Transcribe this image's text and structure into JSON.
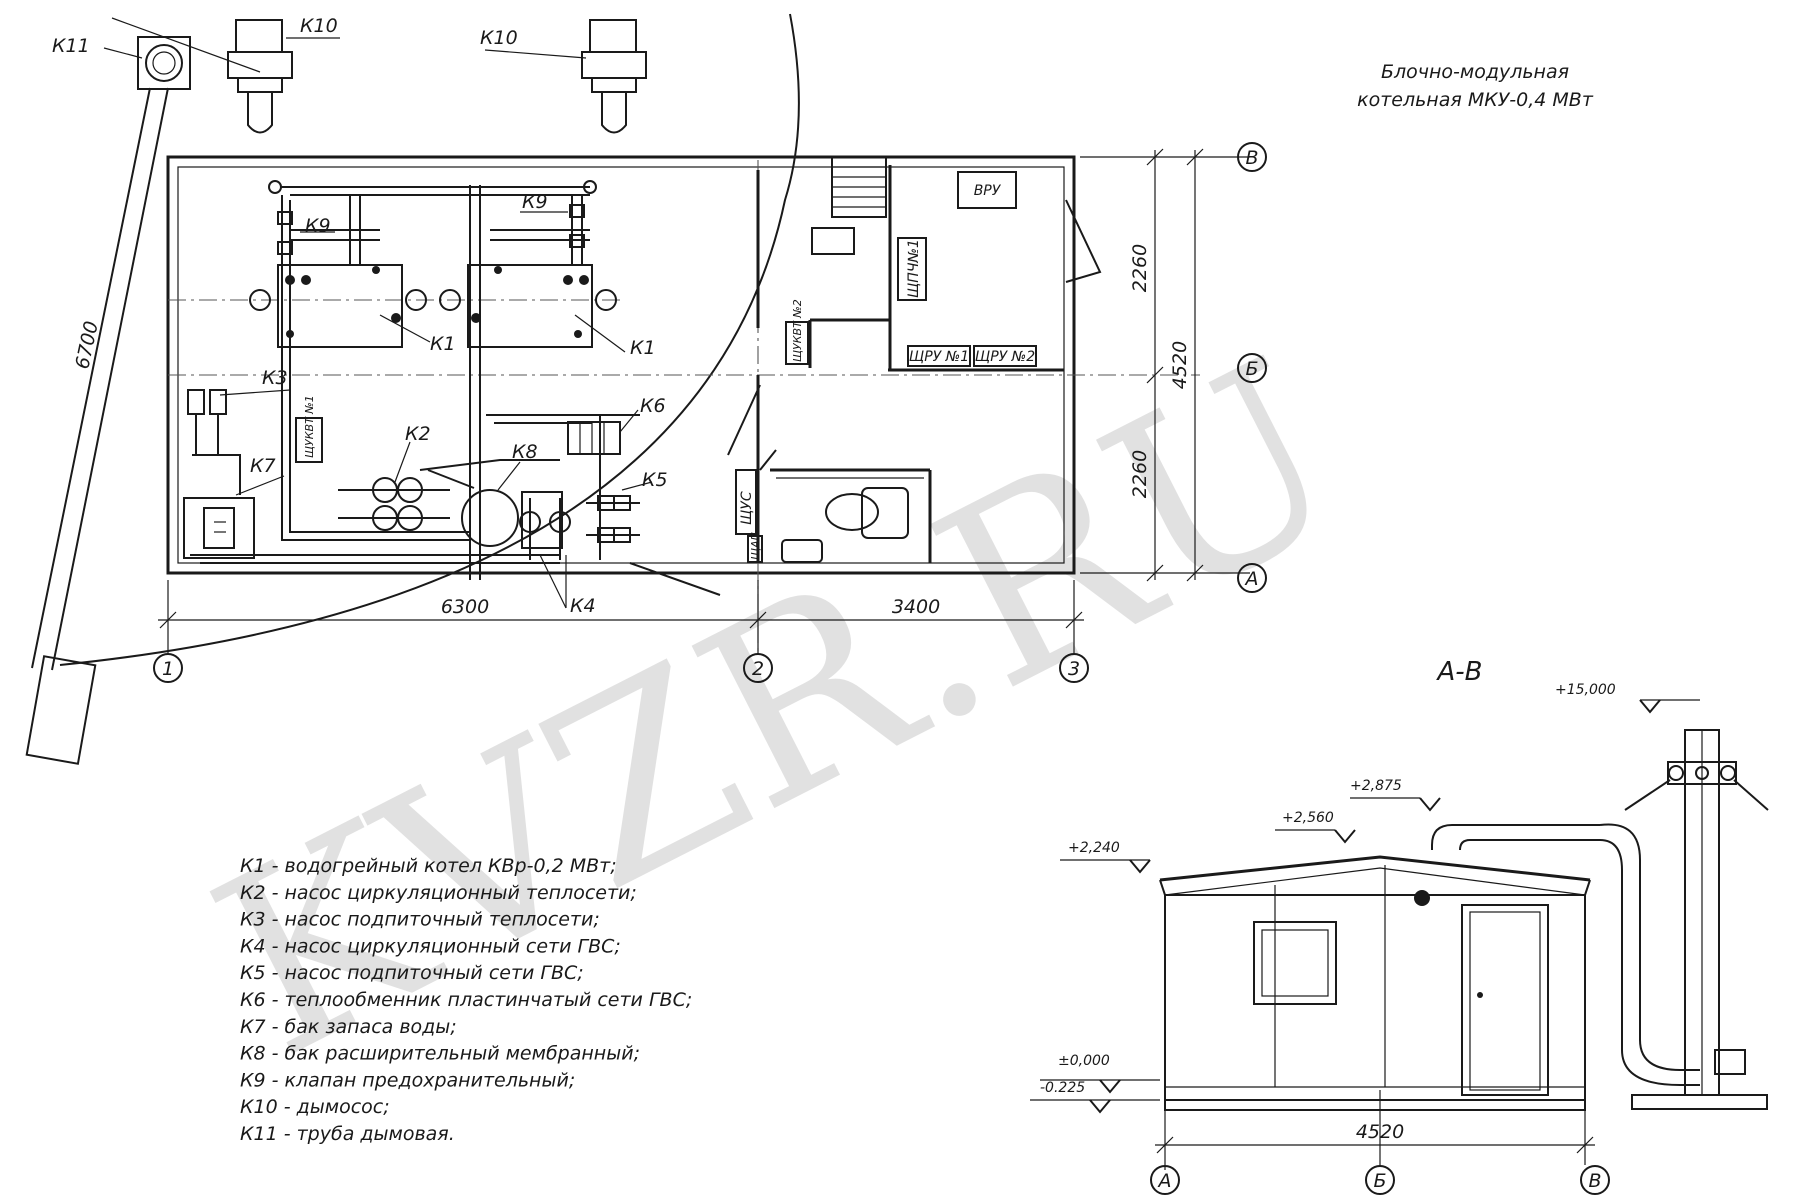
{
  "title": {
    "line1": "Блочно-модульная",
    "line2": "котельная МКУ-0,4  МВт"
  },
  "watermark": "KVZR.RU",
  "component_labels": {
    "k1": "К1",
    "k2": "К2",
    "k3": "К3",
    "k4": "К4",
    "k5": "К5",
    "k6": "К6",
    "k7": "К7",
    "k8": "К8",
    "k9": "К9",
    "k10": "К10",
    "k11": "К11"
  },
  "panels": {
    "vru": "ВРУ",
    "shpch1": "ЩПЧ№1",
    "shru1": "ЩРУ №1",
    "shru2": "ЩРУ №2",
    "shus": "ЩУС",
    "shukvt1": "ЩУКВТ №1",
    "shukvt2": "ЩУКВТ №2",
    "shap": "ЩАП"
  },
  "dimensions": {
    "d6300": "6300",
    "d3400": "3400",
    "d6700": "6700",
    "d4520": "4520",
    "d2260a": "2260",
    "d2260b": "2260",
    "d4520_section": "4520"
  },
  "axes": {
    "c1": "1",
    "c2": "2",
    "c3": "3",
    "ra": "А",
    "rb": "Б",
    "rv": "В"
  },
  "section": {
    "title": "А-В",
    "elev_15000": "+15,000",
    "elev_2875": "+2,875",
    "elev_2560": "+2,560",
    "elev_2240": "+2,240",
    "elev_0": "±0,000",
    "elev_m0225": "-0.225"
  },
  "legend": [
    "К1 -  водогрейный котел КВр-0,2  МВт;",
    "К2 -  насос циркуляционный теплосети;",
    "К3 -  насос подпиточный теплосети;",
    "К4 -  насос циркуляционный сети ГВС;",
    "К5 -  насос подпиточный сети ГВС;",
    "К6 -  теплообменник пластинчатый сети ГВС;",
    "К7 -  бак запаса воды;",
    "К8 -  бак расширительный мембранный;",
    "К9 -  клапан предохранительный;",
    "К10 -  дымосос;",
    "К11 -  труба дымовая."
  ]
}
